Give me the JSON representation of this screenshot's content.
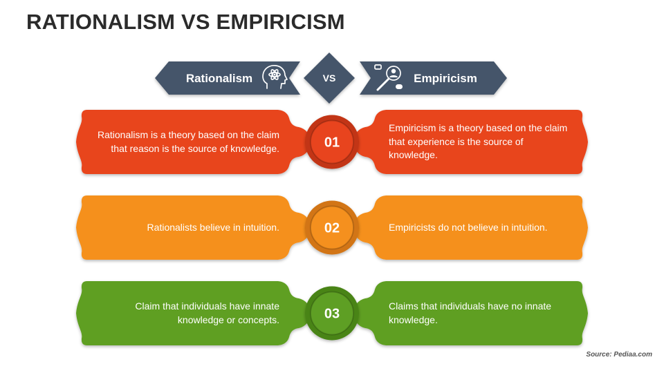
{
  "title": "RATIONALISM VS EMPIRICISM",
  "header": {
    "left_label": "Rationalism",
    "vs_label": "VS",
    "right_label": "Empiricism",
    "left_icon": "head-atom-icon",
    "right_icon": "magnifier-people-icon"
  },
  "rows": [
    {
      "number": "01",
      "left_text": "Rationalism is a theory based on the claim that reason is the source of knowledge.",
      "right_text": "Empiricism is a theory based on the claim that experience is the source of knowledge.",
      "color": "#E8441E",
      "ring_color": "#C23412"
    },
    {
      "number": "02",
      "left_text": "Rationalists believe in intuition.",
      "right_text": "Empiricists do not believe in intuition.",
      "color": "#F5901E",
      "ring_color": "#D27412"
    },
    {
      "number": "03",
      "left_text": "Claim that individuals have innate knowledge or concepts.",
      "right_text": "Claims that individuals have no innate knowledge.",
      "color": "#5E9F24",
      "ring_color": "#4A8418"
    }
  ],
  "colors": {
    "header": "#44546A",
    "title": "#2B2B2B"
  },
  "source": "Source: Pediaa.com"
}
